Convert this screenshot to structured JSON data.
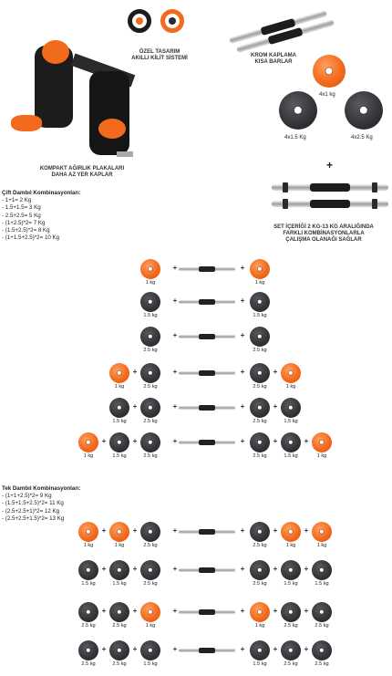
{
  "top": {
    "lock_caption_1": "ÖZEL TASARIM",
    "lock_caption_2": "AKILLI KİLİT SİSTEMİ",
    "chrome_caption_1": "KROM KAPLAMA",
    "chrome_caption_2": "KISA BARLAR",
    "compact_caption_1": "KOMPAKT AĞIRLIK PLAKALARI",
    "compact_caption_2": "DAHA AZ YER KAPLAR",
    "plate_4x1": "4x1 kg",
    "plate_4x15": "4x1.5 Kg",
    "plate_4x25": "4x2.5 Kg",
    "plus": "+",
    "set_caption_1": "SET İÇERİĞİ 2 KG-13 KG ARALIĞINDA",
    "set_caption_2": "FARKLI KOMBİNASYONLARLA",
    "set_caption_3": "ÇALIŞMA OLANAĞI SAĞLAR"
  },
  "double_list": {
    "title": "Çift Dambıl Kombinasyonları:",
    "items": [
      "- 1+1= 2 Kg",
      "- 1.5+1.5= 3 Kg",
      "- 2.5+2.5= 5 Kg",
      "- (1+2.5)*2= 7 Kg",
      "- (1.5+2.5)*2= 8 Kg",
      "- (1+1.5+2.5)*2= 10 Kg"
    ]
  },
  "single_list": {
    "title": "Tek Dambıl Kombinasyonları:",
    "items": [
      "- (1+1+2.5)*2= 9 Kg",
      "- (1.5+1.5+2.5)*2= 11 Kg",
      "- (2.5+2.5+1)*2= 12 Kg",
      "- (2.5+2.5+1.5)*2= 13 Kg"
    ]
  },
  "labels": {
    "kg1": "1 kg",
    "kg15": "1.5 kg",
    "kg25": "2.5 kg",
    "kg1b": "1kg"
  },
  "colors": {
    "orange": "#f26b1d",
    "graphite": "#35353a"
  }
}
